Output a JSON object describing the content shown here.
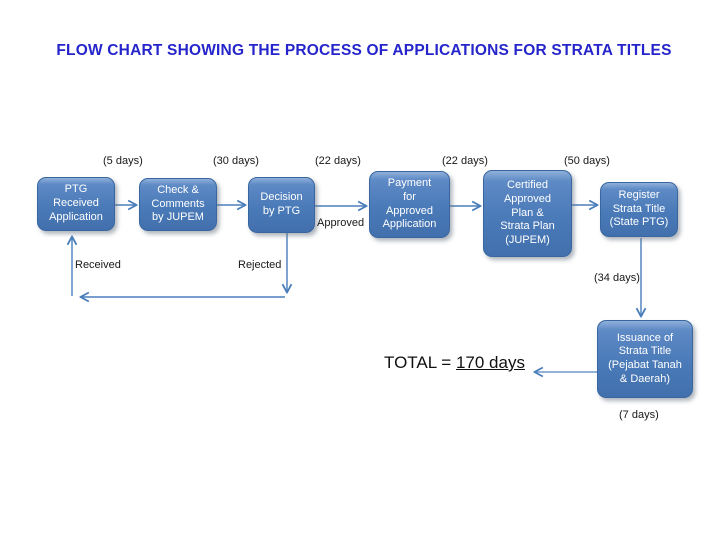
{
  "title": "FLOW CHART SHOWING THE PROCESS OF APPLICATIONS FOR STRATA TITLES",
  "steps": [
    {
      "label": "PTG\nReceived\nApplication"
    },
    {
      "label": "Check &\nComments\nby JUPEM"
    },
    {
      "label": "Decision\nby PTG"
    },
    {
      "label": "Payment\nfor\nApproved\nApplication"
    },
    {
      "label": "Certified\nApproved\nPlan &\nStrata Plan\n(JUPEM)"
    },
    {
      "label": "Register\nStrata Title\n(State PTG)"
    },
    {
      "label": "Issuance of\nStrata Title\n(Pejabat Tanah\n& Daerah)"
    }
  ],
  "durations": {
    "step1_to_2": "(5 days)",
    "step2_to_3": "(30 days)",
    "step3_to_4": "(22 days)",
    "step4_to_5": "(22 days)",
    "step5_to_6": "(50 days)",
    "step6_to_7": "(34 days)",
    "step7_out": "(7 days)"
  },
  "branch_labels": {
    "received": "Received",
    "rejected": "Rejected",
    "approved": "Approved"
  },
  "total": {
    "prefix": "TOTAL = ",
    "value": "170 days"
  },
  "colors": {
    "title_blue": "#2525CB",
    "box_fill": "#4A7AB8",
    "box_border": "#39669E",
    "arrow_blue": "#4A7EBB",
    "box_text": "#FFFFFF",
    "label_text": "#181818"
  }
}
